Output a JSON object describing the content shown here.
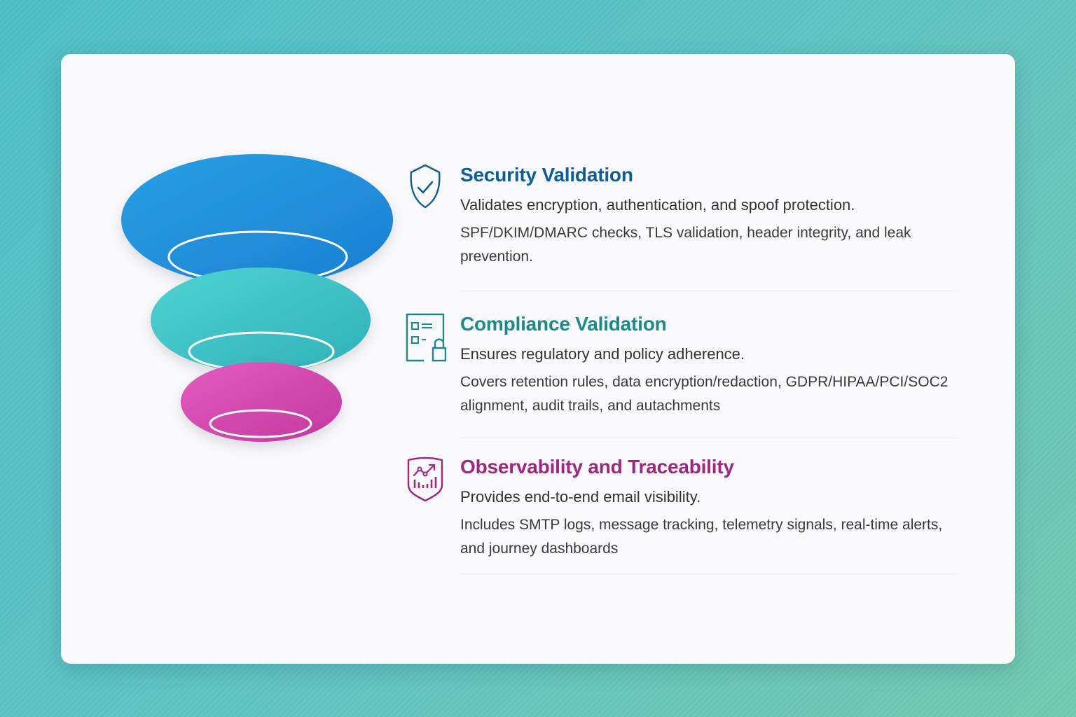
{
  "colors": {
    "security": "#0e5e94",
    "compliance": "#1b8a8a",
    "observability": "#a0267f",
    "funnel_top": "#1e8fdc",
    "funnel_middle": "#3ec6c8",
    "funnel_bottom": "#d94fb6"
  },
  "funnel": {
    "layers": [
      "security-layer",
      "compliance-layer",
      "observability-layer"
    ]
  },
  "sections": [
    {
      "icon": "shield-check-icon",
      "title": "Security Validation",
      "summary": "Validates encryption, authentication, and spoof protection.",
      "detail": "SPF/DKIM/DMARC checks, TLS validation, header integrity, and leak prevention."
    },
    {
      "icon": "checklist-lock-icon",
      "title": "Compliance Validation",
      "summary": "Ensures regulatory and policy adherence.",
      "detail": "Covers retention rules, data encryption/redaction, GDPR/HIPAA/PCI/SOC2 alignment, audit trails, and autachments"
    },
    {
      "icon": "shield-chart-icon",
      "title": "Observability and Traceability",
      "summary": "Provides end-to-end email visibility.",
      "detail": "Includes SMTP logs, message tracking, telemetry signals, real-time alerts, and journey dashboards"
    }
  ]
}
